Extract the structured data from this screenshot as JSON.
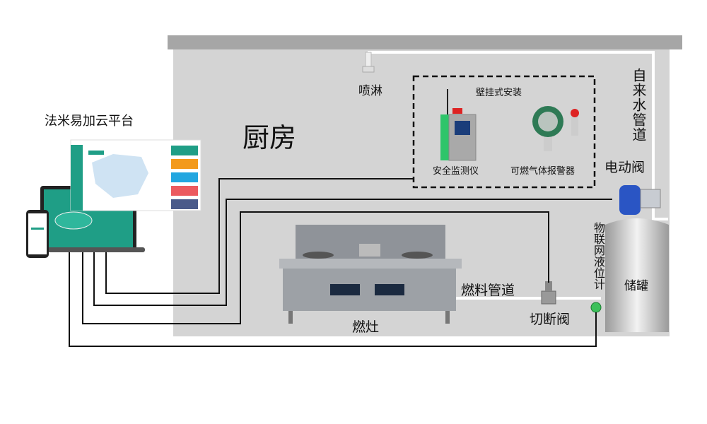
{
  "platform_title": "法米易加云平台",
  "room_title": "厨房",
  "sprinkler": "喷淋",
  "wall_mount_box": {
    "title": "壁挂式安装",
    "devices": [
      "安全监测仪",
      "可燃气体报警器"
    ]
  },
  "water_pipe": "自来水管道",
  "electric_valve": "电动阀",
  "level_meter": "物联网液位计",
  "tank": "储罐",
  "fuel_pipe": "燃料管道",
  "shutoff_valve": "切断阀",
  "stove": "燃灶",
  "colors": {
    "room": "#d4d4d4",
    "ceiling": "#a6a6a6",
    "accent": "#1f9e86",
    "wire": "#111111",
    "valve": "#2a55c4"
  }
}
